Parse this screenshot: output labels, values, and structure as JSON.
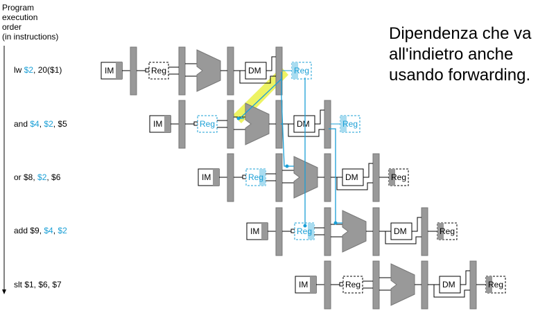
{
  "axis_label": [
    "Program",
    "execution",
    "order",
    "(in instructions)"
  ],
  "headline": [
    "Dipendenza che va",
    "all'indietro anche",
    "usando forwarding."
  ],
  "stage_labels": {
    "im": "IM",
    "reg": "Reg",
    "dm": "DM"
  },
  "instructions": [
    {
      "parts": [
        {
          "t": "lw ",
          "hl": false
        },
        {
          "t": "$2",
          "hl": true
        },
        {
          "t": ", 20($1)",
          "hl": false
        }
      ]
    },
    {
      "parts": [
        {
          "t": "and ",
          "hl": false
        },
        {
          "t": "$4",
          "hl": true
        },
        {
          "t": ", ",
          "hl": false
        },
        {
          "t": "$2",
          "hl": true
        },
        {
          "t": ", $5",
          "hl": false
        }
      ]
    },
    {
      "parts": [
        {
          "t": "or $8, ",
          "hl": false
        },
        {
          "t": "$2",
          "hl": true
        },
        {
          "t": ", $6",
          "hl": false
        }
      ]
    },
    {
      "parts": [
        {
          "t": "add $9, ",
          "hl": false
        },
        {
          "t": "$4",
          "hl": true
        },
        {
          "t": ", ",
          "hl": false
        },
        {
          "t": "$2",
          "hl": true
        }
      ]
    },
    {
      "parts": [
        {
          "t": "slt $1, $6, $7",
          "hl": false
        }
      ]
    }
  ],
  "colors": {
    "forward": "#1a9fd6",
    "stage_fill": "#999999",
    "highlight": "#e8f03c",
    "reg_light": "#a9dcf0"
  }
}
